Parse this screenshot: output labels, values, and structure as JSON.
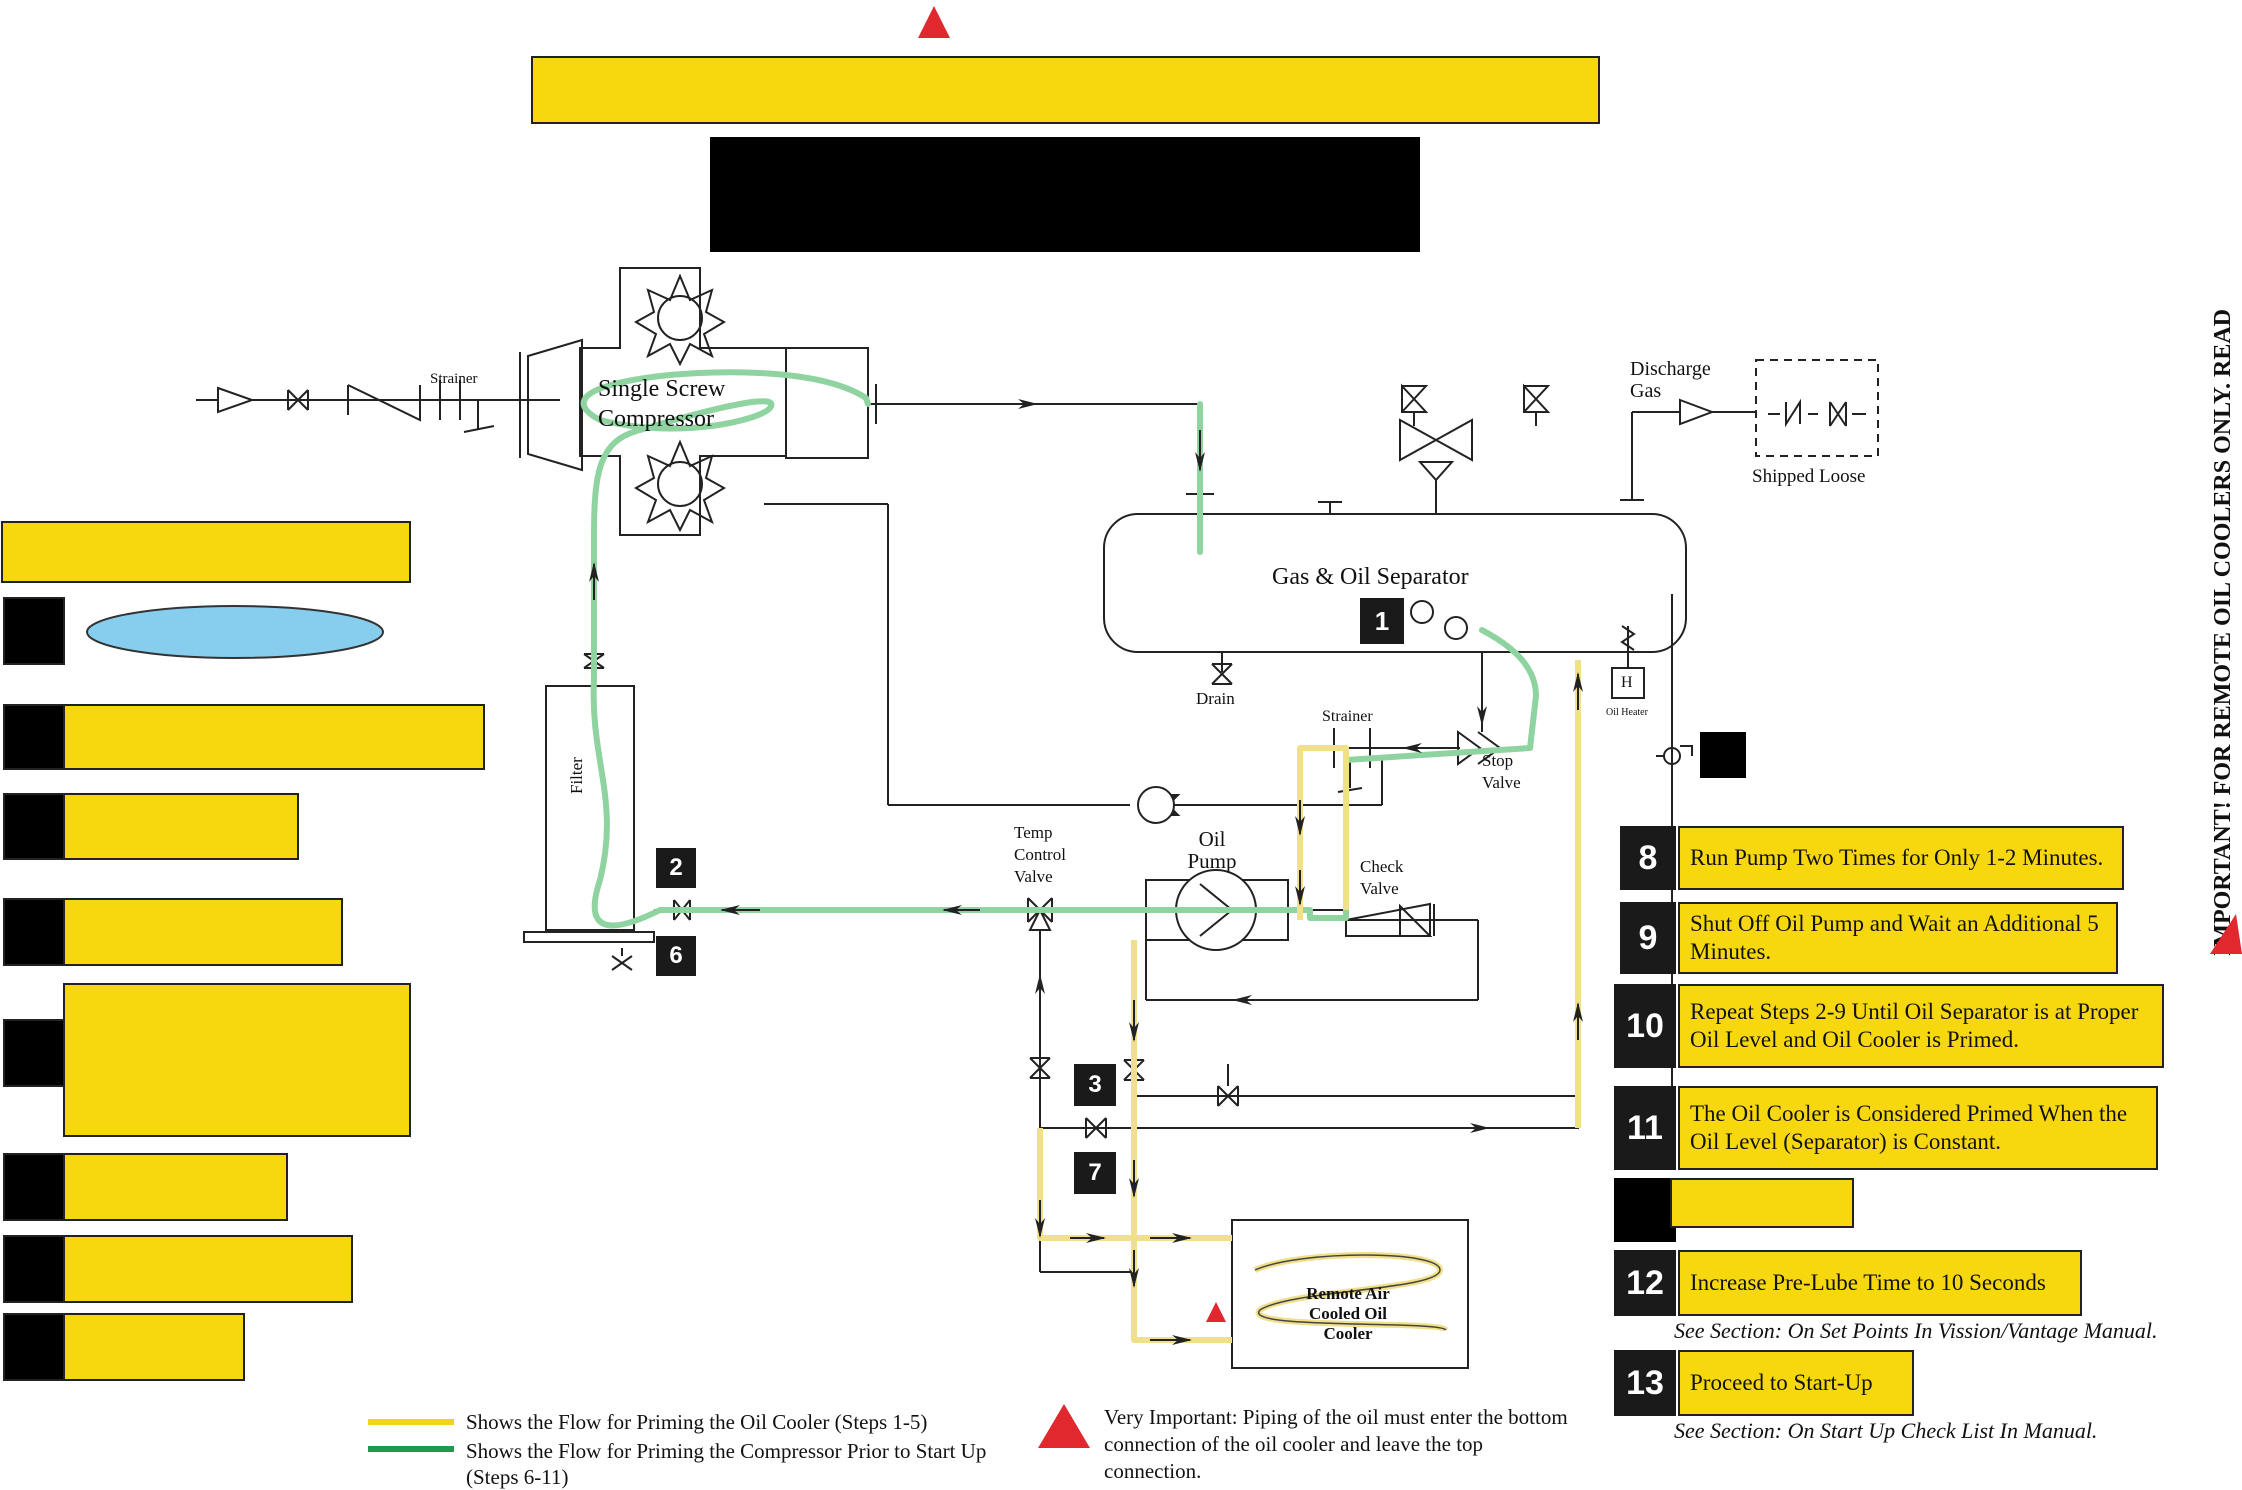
{
  "labels": {
    "compressor": "Single Screw Compressor",
    "strainer_inlet": "Strainer",
    "separator": "Gas & Oil Separator",
    "drain": "Drain",
    "discharge_gas": "Discharge Gas",
    "shipped_loose": "Shipped Loose",
    "strainer": "Strainer",
    "stop_valve": "Stop Valve",
    "oil_heater": "Oil Heater",
    "oil_heater_symbol": "H",
    "filter": "Filter",
    "temp_control_valve": "Temp Control Valve",
    "oil_pump": "Oil Pump",
    "check_valve": "Check Valve",
    "remote_cooler": "Remote Air Cooled Oil Cooler"
  },
  "badges": [
    "1",
    "2",
    "6",
    "3",
    "7"
  ],
  "steps": [
    {
      "number": "8",
      "text": "Run Pump Two Times for Only 1-2 Minutes."
    },
    {
      "number": "9",
      "text": "Shut Off Oil Pump and Wait an Additional 5 Minutes."
    },
    {
      "number": "10",
      "text": "Repeat Steps 2-9 Until Oil Separator is at Proper Oil Level and Oil Cooler is Primed."
    },
    {
      "number": "11",
      "text": "The Oil Cooler is Considered Primed When the Oil Level (Separator) is Constant."
    },
    {
      "number": "12",
      "text": "Increase Pre-Lube Time to 10 Seconds",
      "note": "See Section: On Set Points In Vission/Vantage Manual."
    },
    {
      "number": "13",
      "text": "Proceed to Start-Up",
      "note": "See Section: On Start Up Check List In Manual."
    }
  ],
  "side_text": "IMPORTANT! FOR REMOTE OIL COOLERS ONLY. READ",
  "legend": [
    {
      "color": "#f2d21a",
      "text": "Shows the Flow for Priming the Oil Cooler (Steps 1-5)"
    },
    {
      "color": "#1e9a4a",
      "text": "Shows the Flow for Priming the Compressor Prior to Start Up (Steps 6-11)"
    }
  ],
  "warning_note": "Very Important: Piping of the oil must enter the bottom connection of the oil cooler and leave the top connection.",
  "colors": {
    "highlight_yellow": "#f7d80f",
    "green_flow": "#8fd3a0",
    "yellow_flow": "#f0e08a",
    "warning_red": "#e0282e",
    "ellipse_blue": "#86cdee"
  }
}
